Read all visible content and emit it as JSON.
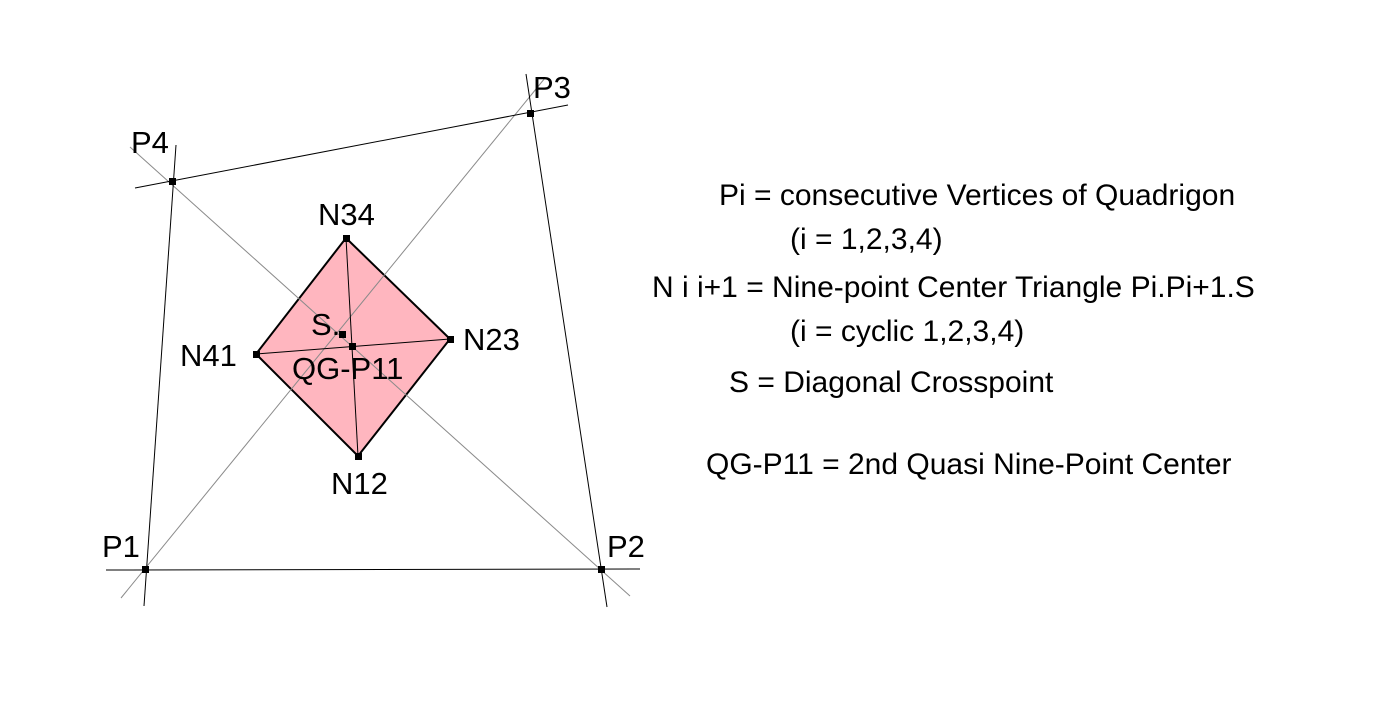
{
  "points": {
    "P1": "P1",
    "P2": "P2",
    "P3": "P3",
    "P4": "P4",
    "N12": "N12",
    "N23": "N23",
    "N34": "N34",
    "N41": "N41",
    "S": "S.",
    "QG": "QG-P11"
  },
  "legend": {
    "line1": "Pi = consecutive Vertices of Quadrigon",
    "line2": "(i = 1,2,3,4)",
    "line3": "N i i+1 = Nine-point Center Triangle Pi.Pi+1.S",
    "line4": "(i = cyclic 1,2,3,4)",
    "line5": "S = Diagonal Crosspoint",
    "line6": "QG-P11 = 2nd Quasi Nine-Point Center"
  },
  "colors": {
    "fill": "#FFB6BF",
    "line": "#000000",
    "diagonal": "#8a8a8a",
    "background": "#ffffff"
  }
}
